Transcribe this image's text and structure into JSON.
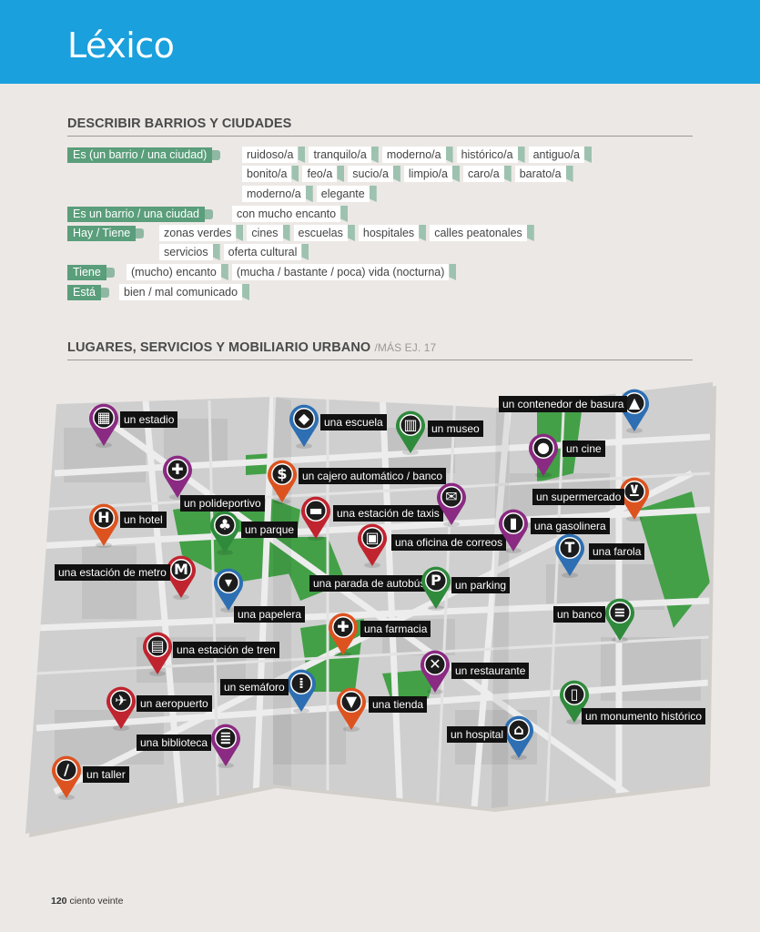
{
  "header": {
    "title": "Léxico"
  },
  "section1": {
    "title": "DESCRIBIR BARRIOS Y CIUDADES",
    "rows": [
      {
        "label": "Es (un barrio / una ciudad)",
        "chips": [
          "ruidoso/a",
          "tranquilo/a",
          "moderno/a",
          "histórico/a",
          "antiguo/a"
        ]
      },
      {
        "label": "",
        "chips": [
          "bonito/a",
          "feo/a",
          "sucio/a",
          "limpio/a",
          "caro/a",
          "barato/a"
        ]
      },
      {
        "label": "",
        "chips": [
          "moderno/a",
          "elegante"
        ]
      },
      {
        "label": "Es un barrio / una ciudad",
        "chips": [
          "con mucho encanto"
        ]
      },
      {
        "label": "Hay / Tiene",
        "chips": [
          "zonas verdes",
          "cines",
          "escuelas",
          "hospitales",
          "calles peatonales"
        ]
      },
      {
        "label": "",
        "chips": [
          "servicios",
          "oferta cultural"
        ]
      },
      {
        "label": "Tiene",
        "chips": [
          "(mucho) encanto",
          "(mucha / bastante / poca) vida (nocturna)"
        ]
      },
      {
        "label": "Está",
        "chips": [
          "bien / mal comunicado"
        ]
      }
    ]
  },
  "section2": {
    "title": "LUGARES, SERVICIOS Y MOBILIARIO URBANO",
    "extra": "/MÁS EJ. 17"
  },
  "colors": {
    "header": "#1aa0dd",
    "purple": "#8a2a82",
    "blue": "#2d6fb2",
    "green": "#2f8a3c",
    "orange": "#dc5320",
    "red": "#c0242f"
  },
  "places": [
    {
      "label": "un estadio",
      "color": "purple",
      "icon": "stadium-icon",
      "glyph": "▦"
    },
    {
      "label": "una escuela",
      "color": "blue",
      "icon": "graduation-cap-icon",
      "glyph": "◆"
    },
    {
      "label": "un museo",
      "color": "green",
      "icon": "museum-icon",
      "glyph": "▥"
    },
    {
      "label": "un contenedor de basura",
      "color": "blue",
      "icon": "trash-container-icon",
      "glyph": "▲"
    },
    {
      "label": "un cine",
      "color": "purple",
      "icon": "camera-icon",
      "glyph": "●"
    },
    {
      "label": "un cajero automático / banco",
      "color": "orange",
      "icon": "atm-icon",
      "glyph": "$"
    },
    {
      "label": "un polideportivo",
      "color": "purple",
      "icon": "dumbbell-icon",
      "glyph": "✚"
    },
    {
      "label": "un hotel",
      "color": "orange",
      "icon": "hotel-icon",
      "glyph": "H"
    },
    {
      "label": "un parque",
      "color": "green",
      "icon": "park-icon",
      "glyph": "♣"
    },
    {
      "label": "una estación de taxis",
      "color": "red",
      "icon": "taxi-icon",
      "glyph": "▬"
    },
    {
      "label": "una oficina de correos",
      "color": "red",
      "icon": "bus-icon",
      "glyph": "▣"
    },
    {
      "label": "",
      "color": "purple",
      "icon": "envelope-icon",
      "glyph": "✉"
    },
    {
      "label": "un supermercado",
      "color": "orange",
      "icon": "cart-icon",
      "glyph": "⊻"
    },
    {
      "label": "una gasolinera",
      "color": "purple",
      "icon": "fuel-icon",
      "glyph": "▮"
    },
    {
      "label": "una farola",
      "color": "blue",
      "icon": "streetlight-icon",
      "glyph": "T"
    },
    {
      "label": "una estación de metro",
      "color": "red",
      "icon": "metro-icon",
      "glyph": "M"
    },
    {
      "label": "una papelera",
      "color": "blue",
      "icon": "bin-icon",
      "glyph": "▾"
    },
    {
      "label": "una parada de autobús",
      "color": "",
      "icon": "",
      "glyph": ""
    },
    {
      "label": "un parking",
      "color": "green",
      "icon": "parking-icon",
      "glyph": "P"
    },
    {
      "label": "un banco",
      "color": "green",
      "icon": "bench-icon",
      "glyph": "≡"
    },
    {
      "label": "una farmacia",
      "color": "orange",
      "icon": "pharmacy-icon",
      "glyph": "✚"
    },
    {
      "label": "una estación de tren",
      "color": "red",
      "icon": "train-icon",
      "glyph": "▤"
    },
    {
      "label": "un restaurante",
      "color": "purple",
      "icon": "cutlery-icon",
      "glyph": "✕"
    },
    {
      "label": "un semáforo",
      "color": "blue",
      "icon": "traffic-light-icon",
      "glyph": "⁞"
    },
    {
      "label": "un aeropuerto",
      "color": "red",
      "icon": "plane-icon",
      "glyph": "✈"
    },
    {
      "label": "una tienda",
      "color": "orange",
      "icon": "shirt-icon",
      "glyph": "▼"
    },
    {
      "label": "un monumento histórico",
      "color": "green",
      "icon": "monument-icon",
      "glyph": "▯"
    },
    {
      "label": "un hospital",
      "color": "blue",
      "icon": "house-icon",
      "glyph": "⌂"
    },
    {
      "label": "una biblioteca",
      "color": "purple",
      "icon": "books-icon",
      "glyph": "≣"
    },
    {
      "label": "un taller",
      "color": "orange",
      "icon": "wrench-icon",
      "glyph": "/"
    }
  ],
  "footer": {
    "number": "120",
    "text": "ciento veinte"
  }
}
